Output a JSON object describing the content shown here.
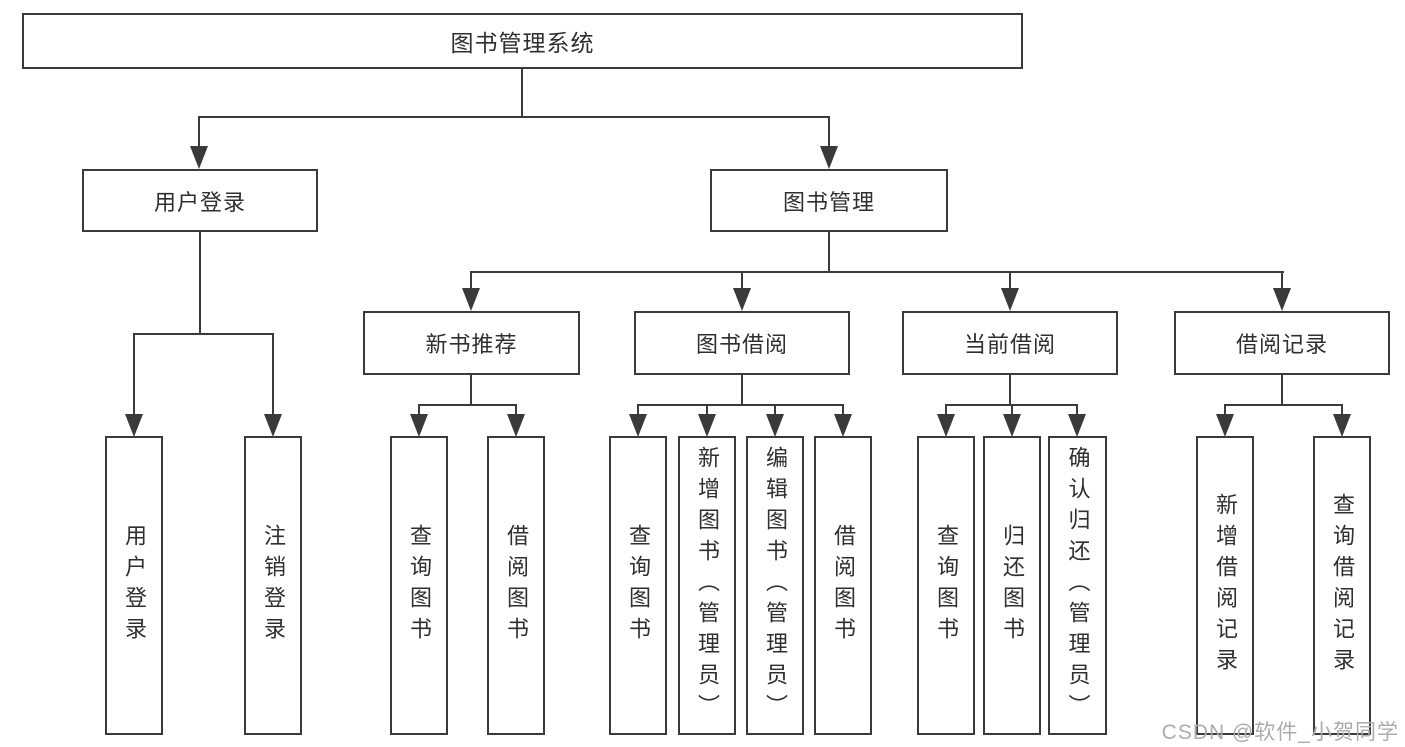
{
  "diagram_type": "functional-decomposition-tree",
  "colors": {
    "line": "#3a3a3a",
    "box_border": "#3a3a3a",
    "text": "#2f2f2f",
    "background": "#ffffff",
    "watermark": "#acacac"
  },
  "watermark": {
    "text": "CSDN @软件_小贺同学"
  },
  "tree": {
    "label": "图书管理系统",
    "children": [
      {
        "label": "用户登录",
        "children": [
          {
            "label": "用户登录"
          },
          {
            "label": "注销登录"
          }
        ]
      },
      {
        "label": "图书管理",
        "children": [
          {
            "label": "新书推荐",
            "children": [
              {
                "label": "查询图书"
              },
              {
                "label": "借阅图书"
              }
            ]
          },
          {
            "label": "图书借阅",
            "children": [
              {
                "label": "查询图书"
              },
              {
                "label": "新增图书（管理员）"
              },
              {
                "label": "编辑图书（管理员）"
              },
              {
                "label": "借阅图书"
              }
            ]
          },
          {
            "label": "当前借阅",
            "children": [
              {
                "label": "查询图书"
              },
              {
                "label": "归还图书"
              },
              {
                "label": "确认归还（管理员）"
              }
            ]
          },
          {
            "label": "借阅记录",
            "children": [
              {
                "label": "新增借阅记录"
              },
              {
                "label": "查询借阅记录"
              }
            ]
          }
        ]
      }
    ]
  }
}
